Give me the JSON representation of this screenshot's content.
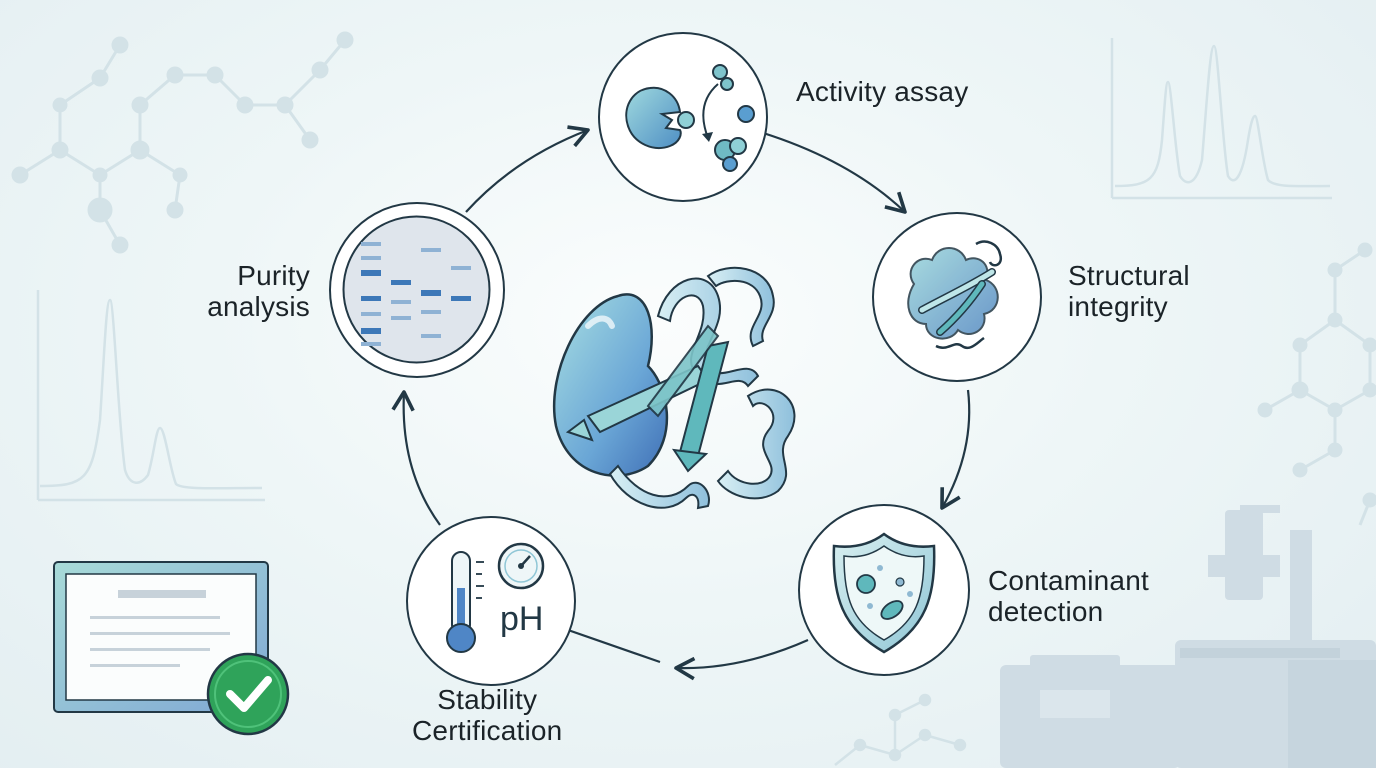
{
  "diagram": {
    "steps": [
      {
        "id": "activity",
        "lines": [
          "Activity assay"
        ],
        "icon": "enzyme-substrate-icon"
      },
      {
        "id": "structural",
        "lines": [
          "Structural",
          "integrity"
        ],
        "icon": "protein-fold-icon"
      },
      {
        "id": "contaminant",
        "lines": [
          "Contaminant",
          "detection"
        ],
        "icon": "shield-microbe-icon"
      },
      {
        "id": "stability",
        "lines": [
          "Stability",
          "Certification"
        ],
        "icon": "thermometer-gauge-icon",
        "ph_text": "pH"
      },
      {
        "id": "purity",
        "lines": [
          "Purity",
          "analysis"
        ],
        "icon": "gel-electrophoresis-icon"
      }
    ],
    "center_icon": "protein-ribbon-icon",
    "certificate_icon": "certificate-check-icon",
    "colors": {
      "outline": "#223845",
      "teal": "#5fb8bc",
      "blue": "#4f7fbf",
      "check": "#2fa35a",
      "bg_deco": "#c9dbe2"
    }
  }
}
